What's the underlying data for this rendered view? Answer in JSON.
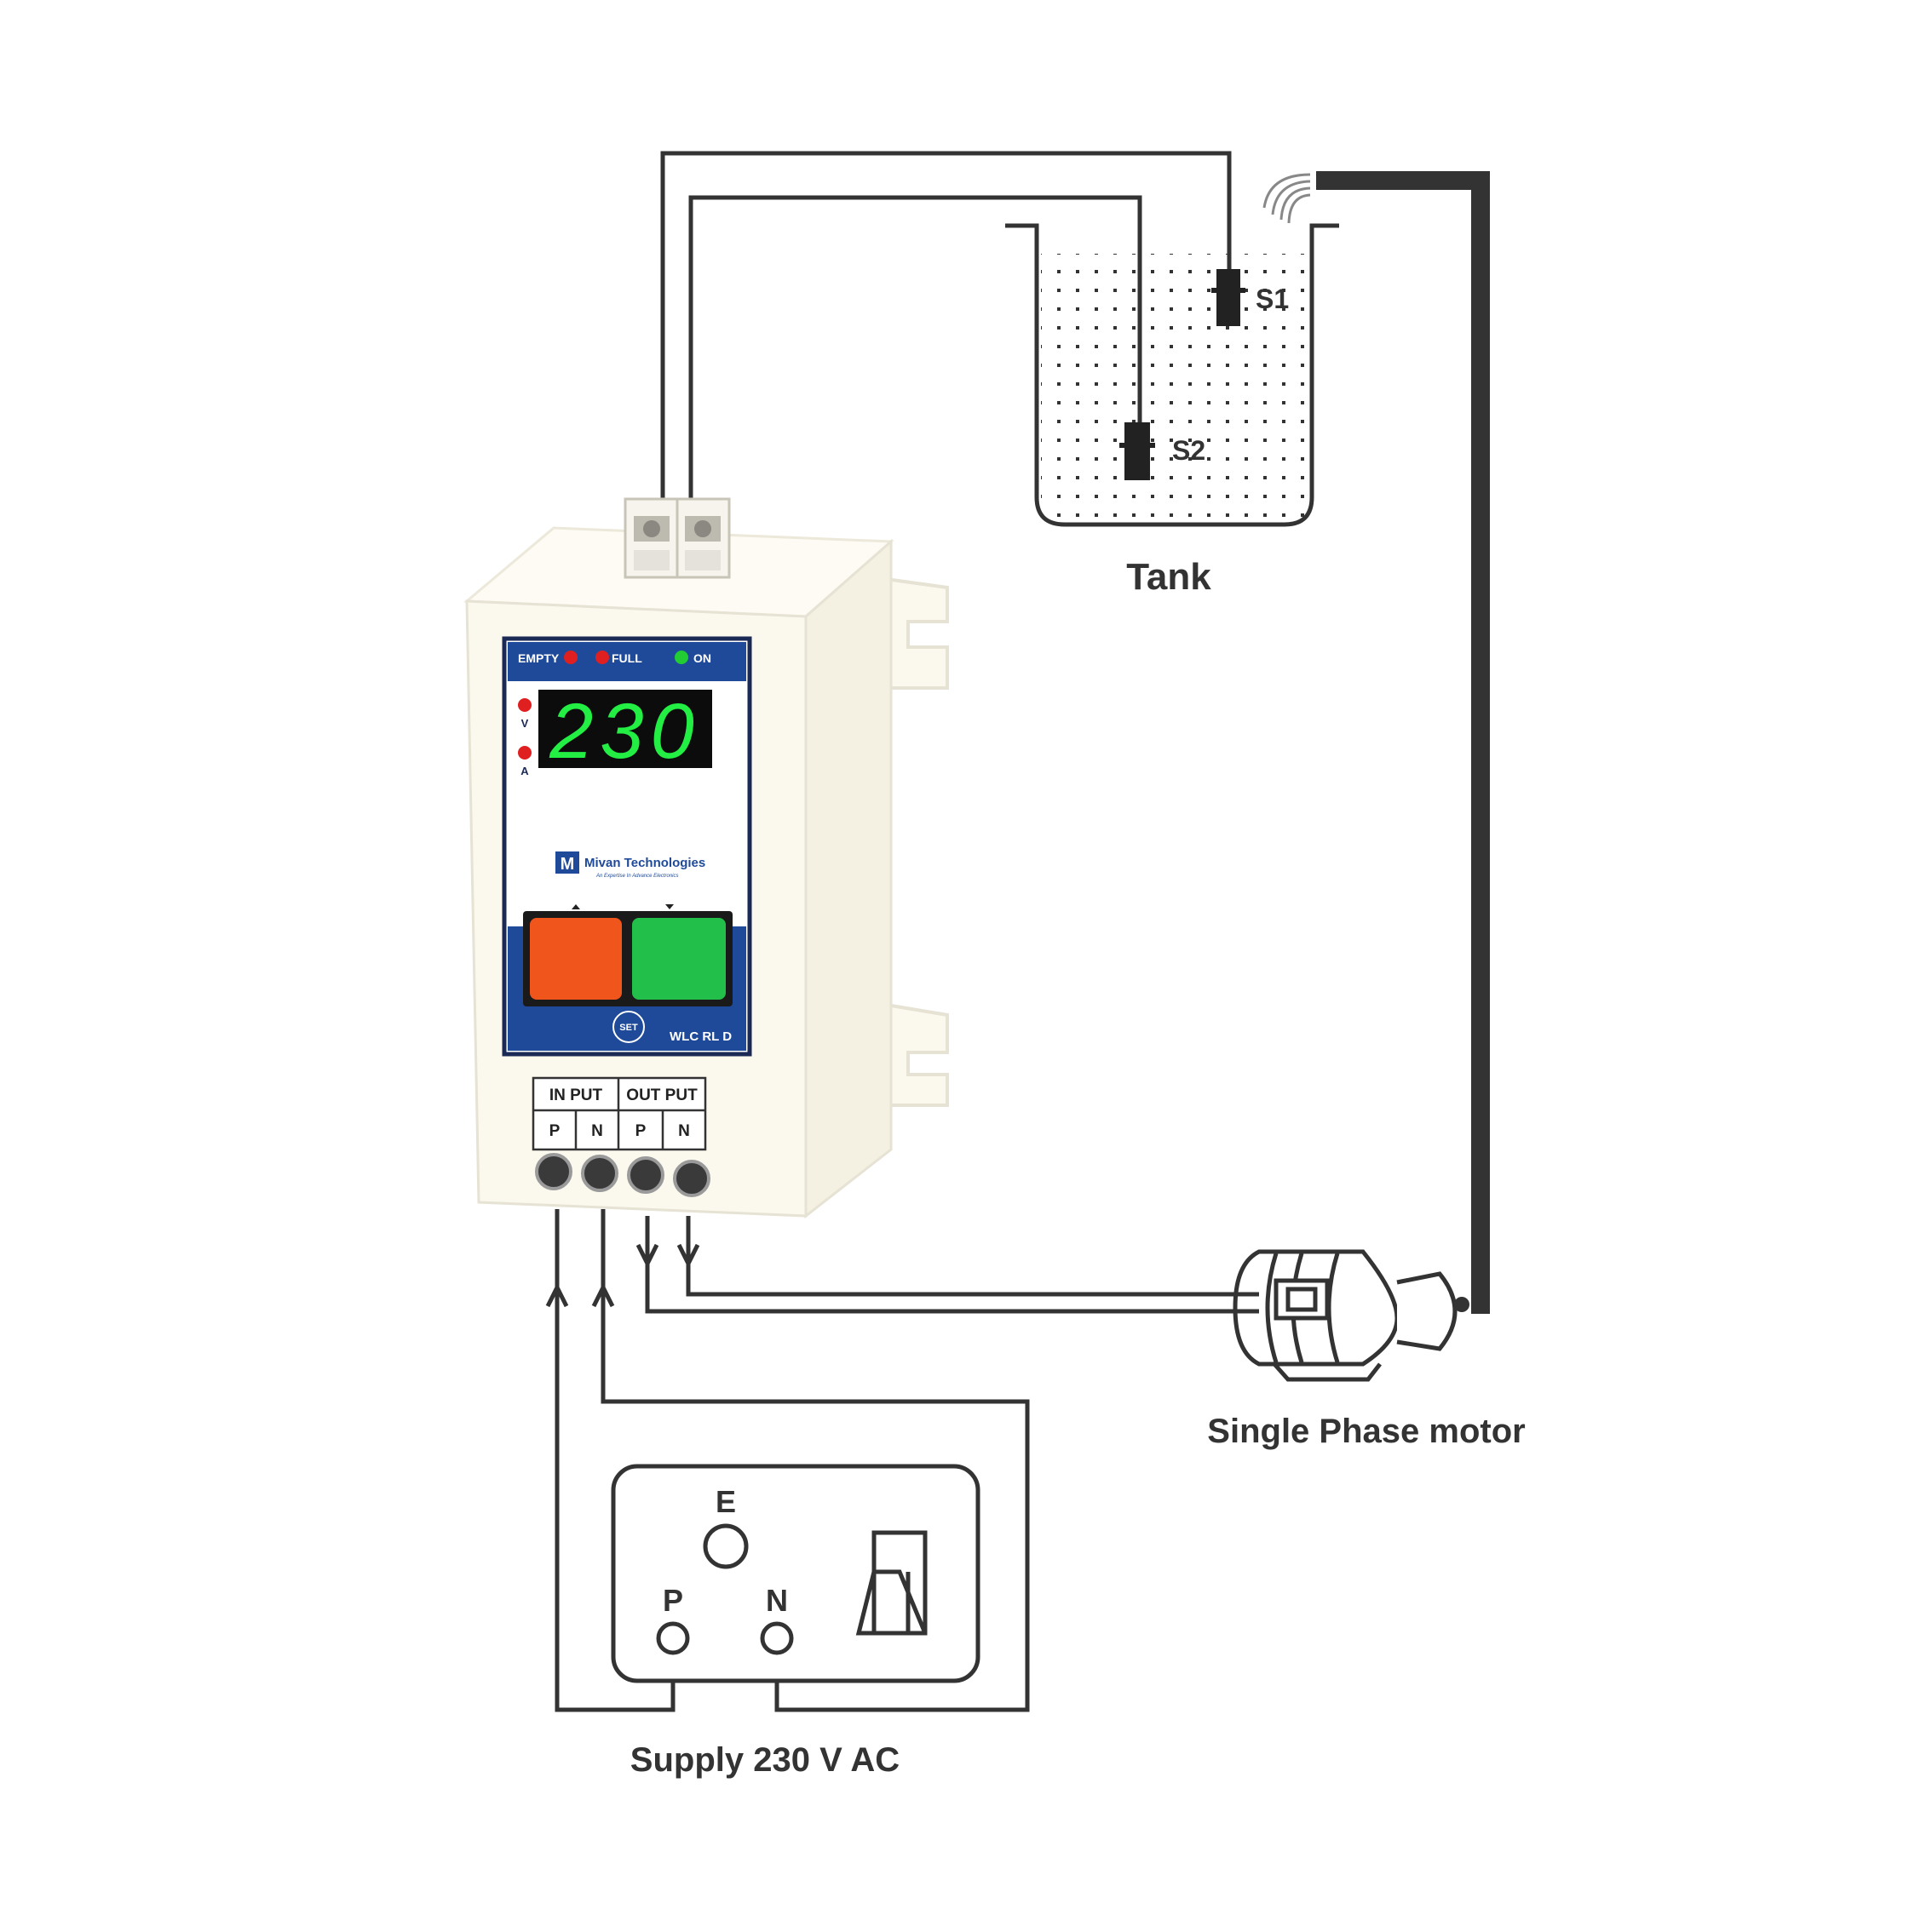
{
  "labels": {
    "tank": "Tank",
    "sensor_1": "S1",
    "sensor_2": "S2",
    "motor": "Single Phase motor",
    "supply": "Supply 230 V AC",
    "socket_earth": "E",
    "socket_phase": "P",
    "socket_neutral": "N"
  },
  "device": {
    "indicators": {
      "empty": "EMPTY",
      "full": "FULL",
      "on": "ON"
    },
    "display_value": "230",
    "unit_volt": "V",
    "unit_amp": "A",
    "brand": "Mivan Technologies",
    "tagline": "An Expertise In Advance Electronics",
    "set_button": "SET",
    "model": "WLC RL D",
    "input_label": "IN PUT",
    "output_label": "OUT PUT",
    "terminal_p": "P",
    "terminal_n": "N"
  },
  "colors": {
    "wire": "#333333",
    "panel_blue": "#1f4a9a",
    "display_green": "#22ee44",
    "led_red": "#e02020",
    "led_green": "#22cc33",
    "button_orange": "#f0551c",
    "button_green": "#22c04a",
    "enclosure": "#fbf8ee"
  }
}
